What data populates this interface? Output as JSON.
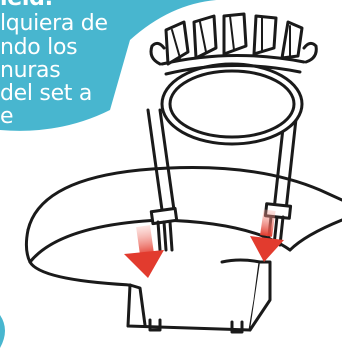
{
  "caption": {
    "heading": "ield:",
    "lines": [
      "lquiera de",
      "ndo los",
      "nuras",
      "del set a",
      "e"
    ]
  },
  "colors": {
    "background": "#48b6cf",
    "panel": "#ffffff",
    "outline": "#1a1a1a",
    "arrow": "#e23b2e",
    "arrow_light": "#f6a59c"
  },
  "icons": {
    "shield_stand": "shield-stand-illustration",
    "insert_arrow_left": "arrow-down-icon",
    "insert_arrow_right": "arrow-down-icon"
  }
}
